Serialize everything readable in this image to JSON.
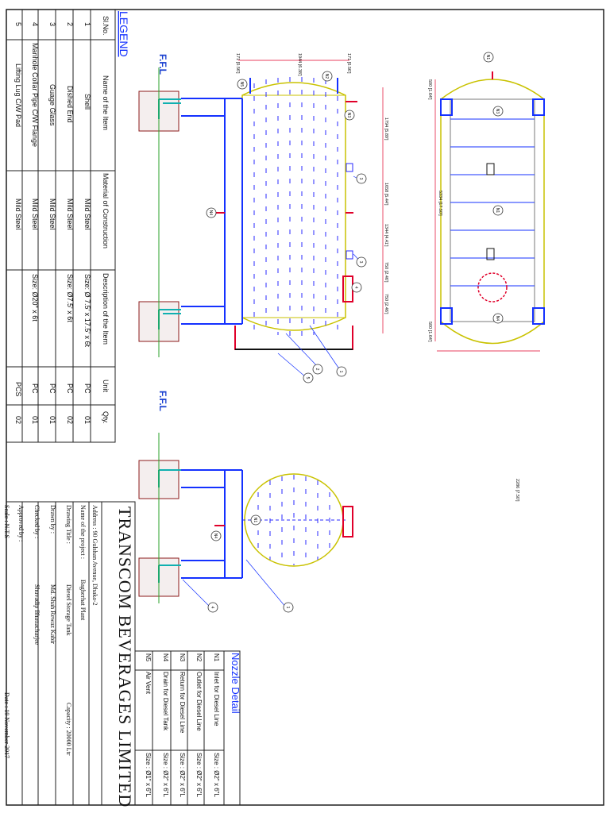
{
  "legend": {
    "title": "LEGEND",
    "headers": [
      "Sl.No.",
      "Name of the Item",
      "Material of Construction",
      "Description of the Item",
      "Unit",
      "Qty."
    ],
    "rows": [
      {
        "sl": "1",
        "name": "Shell",
        "material": "Mild Steel",
        "desc": "Size: Ø 7.5' x 17.5' x 6t",
        "unit": "PC",
        "qty": "01"
      },
      {
        "sl": "2",
        "name": "Dished End",
        "material": "Mild Steel",
        "desc": "Size: Ø7.5' x 6t",
        "unit": "PC",
        "qty": "02"
      },
      {
        "sl": "3",
        "name": "Guage Glass",
        "material": "Mild Steel",
        "desc": "",
        "unit": "PC",
        "qty": "01"
      },
      {
        "sl": "4",
        "name": "Manhole Collar Pipe C/W Flange",
        "material": "Mild Steel",
        "desc": "Size: Ø20\" x 6t",
        "unit": "PC",
        "qty": "01"
      },
      {
        "sl": "5",
        "name": "Lifting Lug C/W Pad",
        "material": "Mild Steel",
        "desc": "",
        "unit": "PCS",
        "qty": "02"
      }
    ]
  },
  "nozzle": {
    "title": "Nozzle Detail",
    "rows": [
      {
        "id": "N1",
        "name": "Inlet for Diesel Line",
        "size": "Size : Ø2\" x 6\"L"
      },
      {
        "id": "N2",
        "name": "Outlet for Diesel Line",
        "size": "Size : Ø2\" x 6\"L"
      },
      {
        "id": "N3",
        "name": "Return for Diesel Line",
        "size": "Size : Ø2\" x 6\"L"
      },
      {
        "id": "N4",
        "name": "Drain for Diesel Tank",
        "size": "Size : Ø2\" x 6\"L"
      },
      {
        "id": "N5",
        "name": "Air Vent",
        "size": "Size : Ø1\" x 6\"L"
      }
    ]
  },
  "title_block": {
    "company": "TRANSCOM BEVERAGES LIMITED",
    "address": "Address : 90 Gulshan Avenue, Dhaka-2",
    "project_label": "Name of the project :",
    "project": "Bagherhat Plant",
    "drawing_title_label": "Drawing Title :",
    "drawing_title": "Diesel Storage Tank",
    "capacity": "Capacity : 20000 Ltr",
    "drawn_label": "Drawn by :",
    "drawn_by": "Md. Shah Rewaz Kabir",
    "checked_label": "Checked by :",
    "checked_by": "Shuvadip Bhattacharjee",
    "approved_label": "Approved by :",
    "scale": "Scale : N.T.S",
    "date": "Date : 19 November 2017"
  },
  "drawing": {
    "ffl_label": "F.F.L",
    "dim_top_left": "171 [0.56']",
    "dim_top_mid": "1944 [6.38']",
    "dim_top_right": "171 [0.56']",
    "dim_1": "1794 [5.89']",
    "dim_2": "1658 [5.44']",
    "dim_3": "1344 [4.41']",
    "dim_4": "750 [2.46']",
    "dim_5": "750 [2.46']",
    "dim_side": "5334 [17.50']",
    "dim_left_end": "500 [1.64']",
    "dim_right_end": "500 [1.64']",
    "dim_bottom": "2286 [7.50']",
    "nozzle_tags": [
      "N1",
      "N2",
      "N3",
      "N4",
      "N5"
    ],
    "item_tags": [
      "1",
      "2",
      "3",
      "4",
      "5"
    ]
  },
  "colors": {
    "frame": "#1f1f1f",
    "vessel": "#c9c200",
    "pipe": "#1431ff",
    "gauge": "#2a2aff",
    "flange": "#e0002a",
    "ffl": "#1a40d0",
    "support_fill": "#f4eeee"
  }
}
